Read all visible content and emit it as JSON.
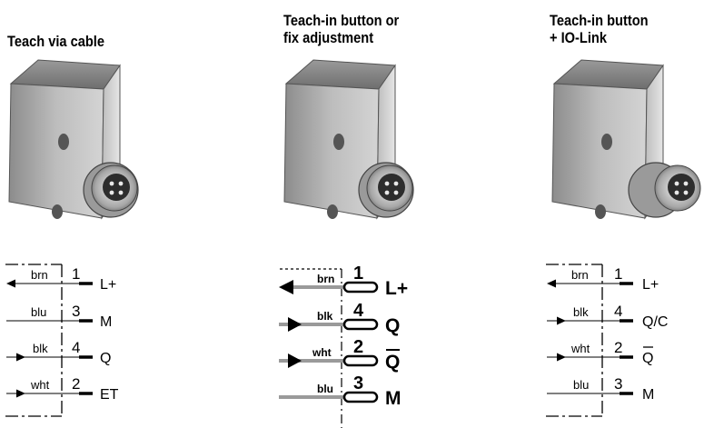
{
  "columns": [
    {
      "title_lines": [
        "Teach via cable"
      ],
      "wires": [
        {
          "color": "brn",
          "pin": "1",
          "signal": "L+",
          "direction": "out"
        },
        {
          "color": "blu",
          "pin": "3",
          "signal": "M",
          "direction": "none"
        },
        {
          "color": "blk",
          "pin": "4",
          "signal": "Q",
          "direction": "in"
        },
        {
          "color": "wht",
          "pin": "2",
          "signal": "ET",
          "direction": "in"
        }
      ]
    },
    {
      "title_lines": [
        "Teach-in button or",
        "fix adjustment"
      ],
      "wires": [
        {
          "color": "brn",
          "pin": "1",
          "signal": "L+",
          "direction": "out"
        },
        {
          "color": "blk",
          "pin": "4",
          "signal": "Q",
          "direction": "in"
        },
        {
          "color": "wht",
          "pin": "2",
          "signal": "Q",
          "overline": true,
          "direction": "in"
        },
        {
          "color": "blu",
          "pin": "3",
          "signal": "M",
          "direction": "none"
        }
      ]
    },
    {
      "title_lines": [
        "Teach-in button",
        "+ IO-Link"
      ],
      "wires": [
        {
          "color": "brn",
          "pin": "1",
          "signal": "L+",
          "direction": "out"
        },
        {
          "color": "blk",
          "pin": "4",
          "signal": "Q/C",
          "direction": "in"
        },
        {
          "color": "wht",
          "pin": "2",
          "signal": "Q",
          "overline": true,
          "direction": "in"
        },
        {
          "color": "blu",
          "pin": "3",
          "signal": "M",
          "direction": "none"
        }
      ]
    }
  ]
}
